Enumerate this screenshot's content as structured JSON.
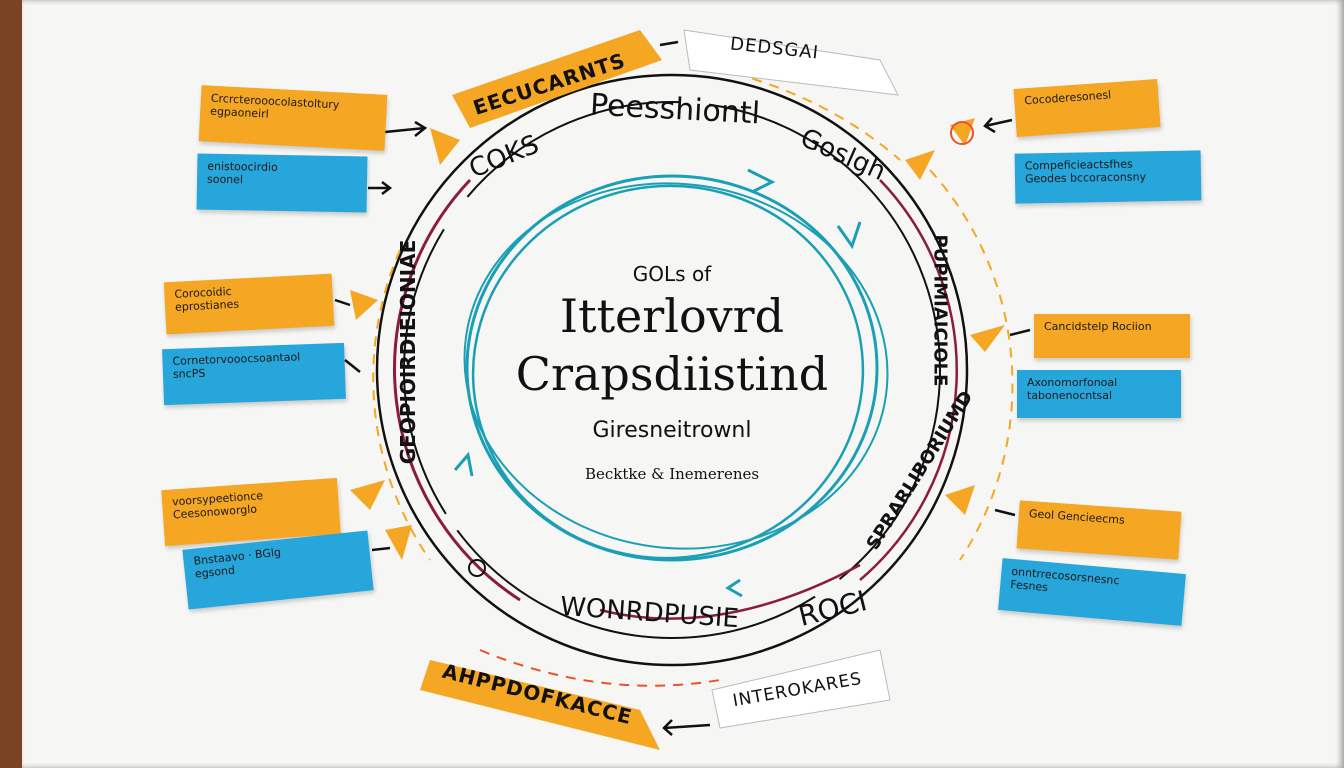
{
  "center": {
    "small_title": "GOLs of",
    "title_line1": "Itterlovrd",
    "title_line2": "Crapsdiistind",
    "subtitle": "Giresneitrownl",
    "caption": "Becktke & Inemerenes"
  },
  "ring_labels": {
    "top_banner": "EECUCARNTS",
    "top_tag": "DEDSGAI",
    "top_arc": "Peesshiontl",
    "left_top": "COKS",
    "right_top": "Goslgh",
    "left_vertical": "GEOPIOIRDIEIONIAE",
    "right_vertical": "PUPIMIAICIOLE",
    "right_lower_vertical": "SPRARLIBORIUMD",
    "bottom_left": "WONRDPUSIE",
    "bottom_right": "ROCI",
    "bottom_banner": "AHPPDOFKACCE",
    "bottom_tag": "INTEROKARES"
  },
  "notes_left": [
    {
      "color": "orange",
      "lines": [
        "Crcrcterooocolastoltury",
        "egpaoneirl"
      ]
    },
    {
      "color": "blue",
      "lines": [
        "enistoocirdio",
        "soonel"
      ]
    },
    {
      "color": "orange",
      "lines": [
        "Corocoidic",
        "eprostianes"
      ]
    },
    {
      "color": "blue",
      "lines": [
        "Cornetorvooocsoantaol",
        "sncPS"
      ]
    },
    {
      "color": "orange",
      "lines": [
        "voorsypeetionce",
        "Ceesonoworglo"
      ]
    },
    {
      "color": "blue",
      "lines": [
        "Bnstaavo · BGlg",
        "egsond"
      ]
    }
  ],
  "notes_right": [
    {
      "color": "orange",
      "lines": [
        "Cocoderesonesl"
      ]
    },
    {
      "color": "blue",
      "lines": [
        "Compeficieactsfhes",
        "Geodes bccoraconsny"
      ]
    },
    {
      "color": "orange",
      "lines": [
        "Cancidstelp Rociion"
      ]
    },
    {
      "color": "blue",
      "lines": [
        "Axonomorfonoal",
        "tabonenocntsal"
      ]
    },
    {
      "color": "orange",
      "lines": [
        "Geol Gencieecms"
      ]
    },
    {
      "color": "blue",
      "lines": [
        "onntrrecosorsnesnc",
        "Fesnes"
      ]
    }
  ],
  "colors": {
    "orange": "#f5a623",
    "blue": "#27a6dc",
    "teal": "#1a9fb5",
    "maroon": "#8b1c3f",
    "ink": "#111111"
  }
}
